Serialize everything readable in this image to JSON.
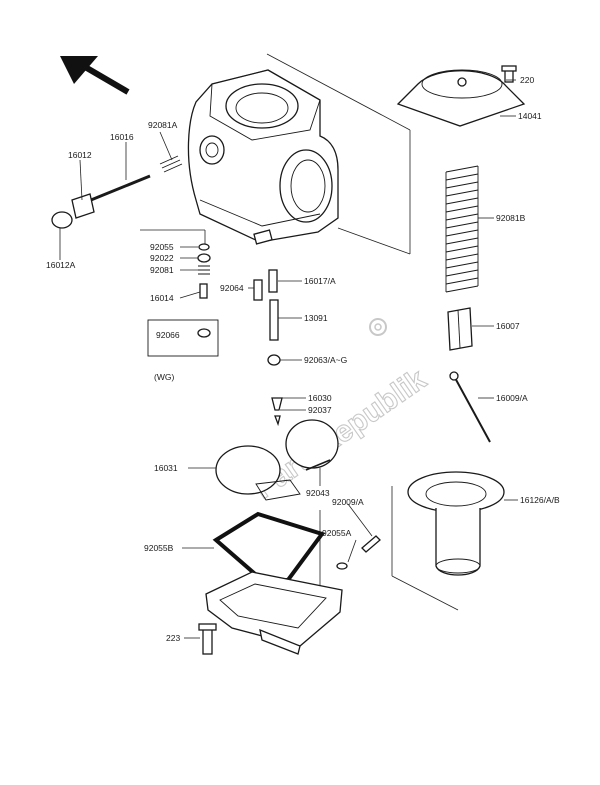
{
  "watermark": "PartsRepublik",
  "labels": {
    "p220": "220",
    "p14041": "14041",
    "p92081A": "92081A",
    "p16016": "16016",
    "p16012": "16012",
    "p16012A": "16012A",
    "p92081B": "92081B",
    "p92055": "92055",
    "p92022": "92022",
    "p92081": "92081",
    "p92064": "92064",
    "p16017A": "16017/A",
    "p16014": "16014",
    "p13091": "13091",
    "p16007": "16007",
    "p92066": "92066",
    "pWG": "(WG)",
    "p92063": "92063/A~G",
    "p16030": "16030",
    "p92037": "92037",
    "p16009A": "16009/A",
    "p16031": "16031",
    "p92043": "92043",
    "p92009A": "92009/A",
    "p92055A": "92055A",
    "p16126": "16126/A/B",
    "p92055B": "92055B",
    "p223": "223"
  }
}
